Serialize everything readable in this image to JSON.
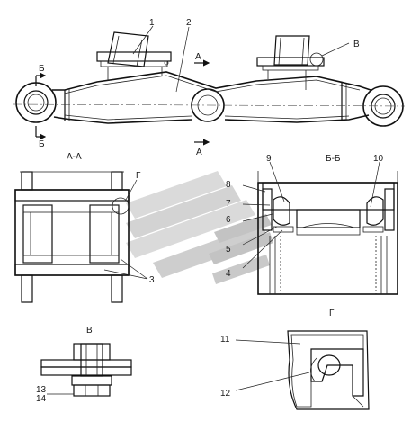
{
  "callouts": {
    "c1": "1",
    "c2": "2",
    "c3": "3",
    "c4": "4",
    "c5": "5",
    "c6": "6",
    "c7": "7",
    "c8": "8",
    "c9": "9",
    "c10": "10",
    "c11": "11",
    "c12": "12",
    "c13": "13",
    "c14": "14"
  },
  "markers": {
    "a_top": "А",
    "a_bottom": "А",
    "b_top": "Б",
    "b_bottom": "Б",
    "v_mark": "В",
    "g_mark": "Г"
  },
  "section_titles": {
    "aa": "А-А",
    "bb": "Б-Б",
    "v": "В",
    "g": "Г"
  },
  "colors": {
    "line": "#111111",
    "hatch": "#333333",
    "watermark_light": "#d4d4d4",
    "watermark_dark": "#b8b8b8"
  }
}
